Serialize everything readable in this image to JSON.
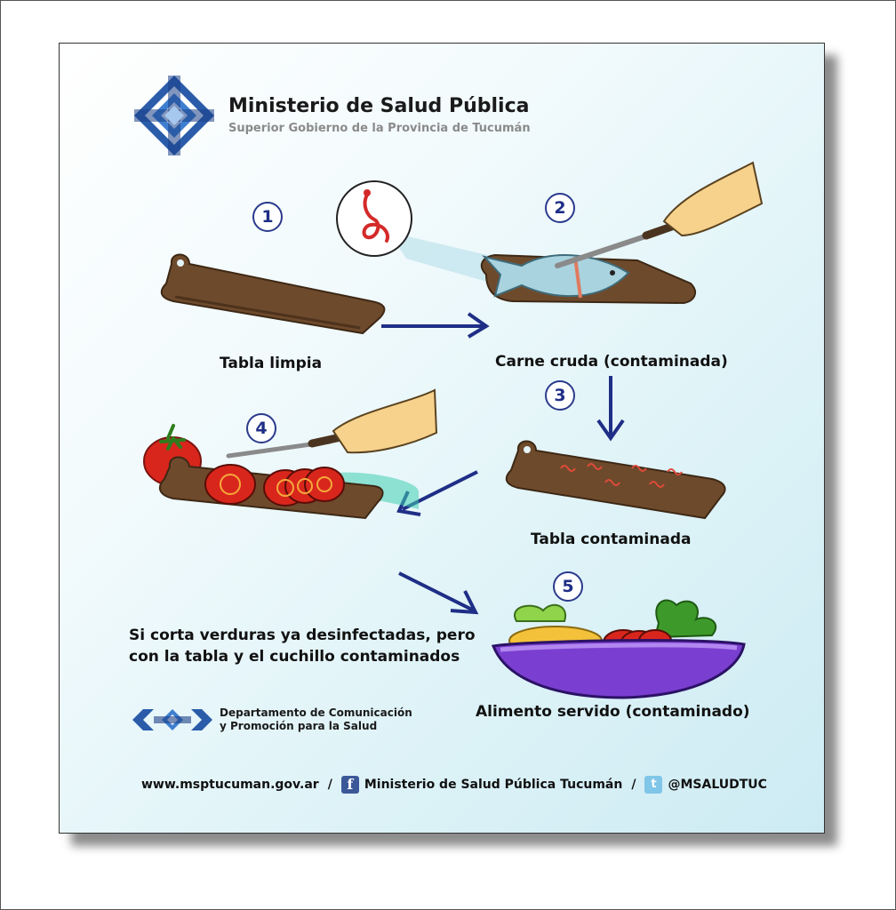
{
  "header": {
    "title": "Ministerio de Salud Pública",
    "subtitle": "Superior Gobierno de la Provincia de Tucumán"
  },
  "steps": [
    {
      "number": "1",
      "caption": "Tabla limpia"
    },
    {
      "number": "2",
      "caption": "Carne cruda (contaminada)"
    },
    {
      "number": "3",
      "caption": "Tabla contaminada"
    },
    {
      "number": "4",
      "caption_line1": "Si corta verduras ya desinfectadas, pero",
      "caption_line2": "con la tabla y el cuchillo contaminados"
    },
    {
      "number": "5",
      "caption": "Alimento servido (contaminado)"
    }
  ],
  "department": {
    "line1": "Departamento de Comunicación",
    "line2": "y Promoción para la Salud"
  },
  "footer": {
    "website": "www.msptucuman.gov.ar",
    "separator": "/",
    "facebook_icon": "facebook-icon",
    "facebook": "Ministerio de Salud Pública Tucumán",
    "twitter_icon": "twitter-icon",
    "twitter": "@MSALUDTUC"
  },
  "colors": {
    "accent_blue": "#1f2e86",
    "board_brown": "#6e4a2c",
    "logo_blue": "#2a5caa"
  }
}
